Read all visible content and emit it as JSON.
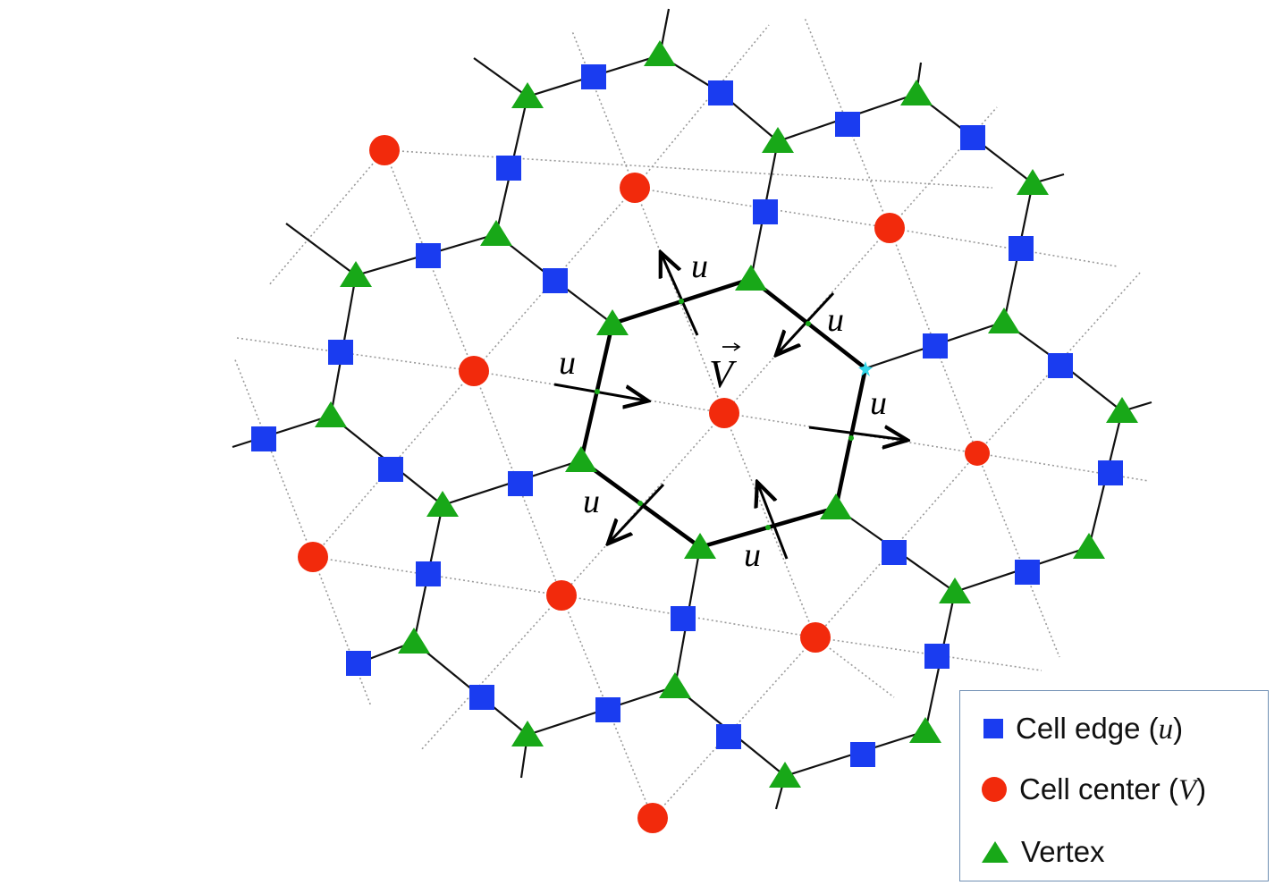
{
  "colors": {
    "cell_edge": "#1a3cf0",
    "cell_center": "#f22a0c",
    "vertex": "#18a818",
    "legend_border": "#6f8fb3"
  },
  "labels": {
    "flux": "u",
    "velocity": "V"
  },
  "legend": {
    "edge_text": "Cell edge (",
    "edge_sym": "u",
    "edge_close": ")",
    "center_text": "Cell center  (",
    "center_sym": "V",
    "center_close": ")",
    "vertex_text": "Vertex"
  },
  "icons": {
    "edge": "blue-square-icon",
    "center": "red-circle-icon",
    "vertex": "green-triangle-icon"
  }
}
